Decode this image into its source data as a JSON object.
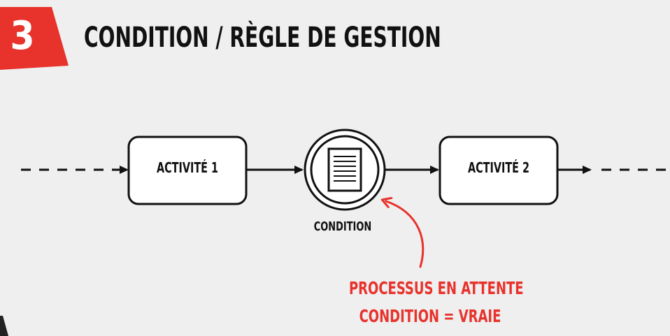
{
  "header": {
    "step_number": "3",
    "title": "CONDITION / RÈGLE DE GESTION"
  },
  "diagram": {
    "activity_1_label": "ACTIVITÉ 1",
    "activity_2_label": "ACTIVITÉ 2",
    "condition_event_label": "CONDITION"
  },
  "annotation": {
    "line_1": "PROCESSUS EN ATTENTE",
    "line_2": "CONDITION = VRAIE"
  },
  "colors": {
    "background": "#efefef",
    "accent_red": "#e8322c",
    "ink": "#111111",
    "box_fill": "#ffffff"
  },
  "icons": {
    "condition": "document-icon",
    "badge": "red-step-badge"
  }
}
